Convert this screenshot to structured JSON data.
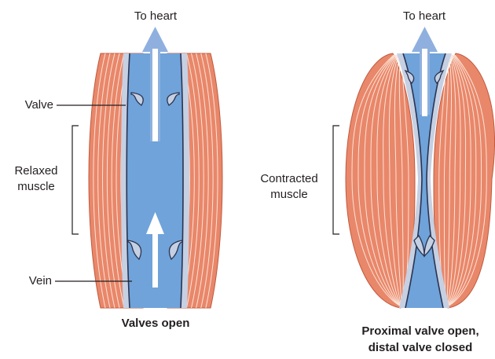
{
  "left_panel": {
    "top_label": "To heart",
    "valve_label": "Valve",
    "muscle_label_line1": "Relaxed",
    "muscle_label_line2": "muscle",
    "vein_label": "Vein",
    "caption": "Valves open"
  },
  "right_panel": {
    "top_label": "To heart",
    "muscle_label_line1": "Contracted",
    "muscle_label_line2": "muscle",
    "caption_line1": "Proximal valve open,",
    "caption_line2": "distal valve closed"
  },
  "colors": {
    "muscle_fill": "#e9876a",
    "muscle_striation": "#fbe3d6",
    "muscle_outline": "#c05a3e",
    "vein_wall": "#c6d0e3",
    "vein_outline": "#2b3350",
    "blood": "#6fa3da",
    "arrow_blue": "#8fb0df",
    "arrow_white": "#ffffff",
    "line": "#231f20"
  }
}
